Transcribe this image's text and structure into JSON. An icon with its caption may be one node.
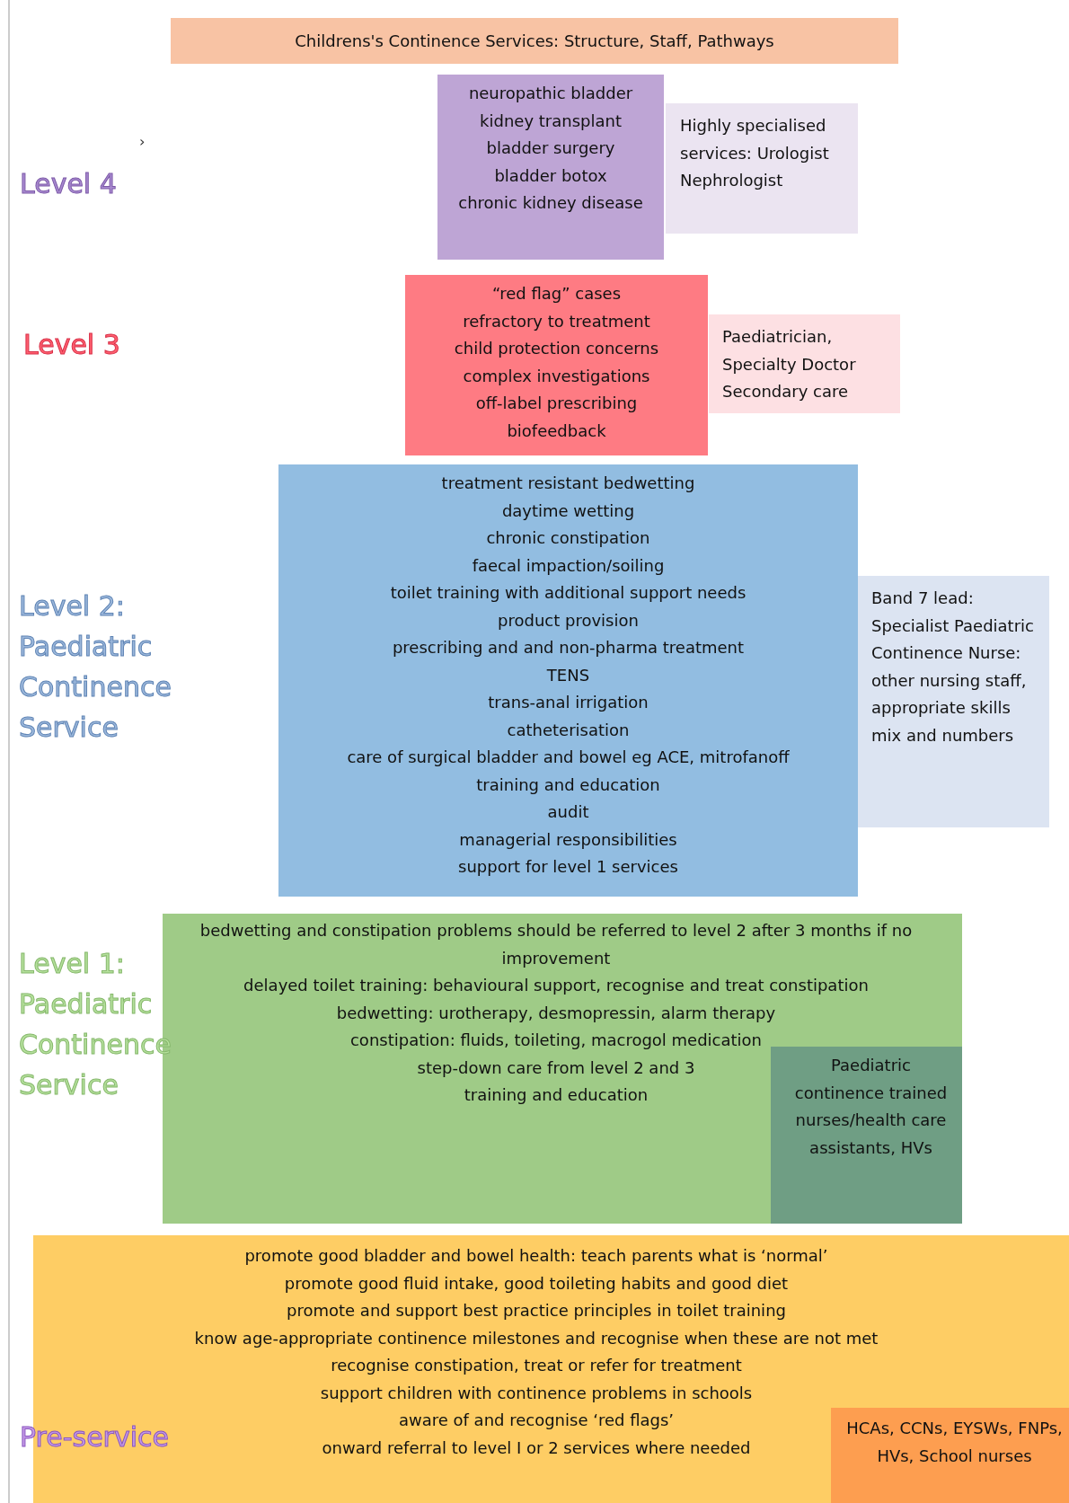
{
  "diagram": {
    "title": "Childrens's Continence Services:  Structure, Staff, Pathways",
    "nodes": [
      {
        "text": [
          "neuropathic bladder",
          "kidney transplant",
          "bladder surgery",
          "bladder botox",
          "chronic kidney disease"
        ]
      },
      {
        "text": [
          "Highly specialised services: Urologist Nephrologist"
        ]
      },
      {
        "text": [
          "“red flag” cases",
          "refractory to treatment",
          "child protection concerns",
          "complex investigations",
          "off-label prescribing",
          "biofeedback"
        ]
      },
      {
        "text": [
          "Paediatrician, Specialty Doctor Secondary care"
        ]
      },
      {
        "text": [
          "treatment resistant bedwetting",
          "daytime wetting",
          "chronic constipation",
          "faecal impaction/soiling",
          "toilet training with additional support needs",
          "product provision",
          "prescribing and and non-pharma treatment",
          "TENS",
          "trans-anal irrigation",
          "catheterisation",
          "care of surgical bladder and bowel eg ACE, mitrofanoff",
          "training and education",
          "audit",
          "managerial responsibilities",
          "support for level 1 services"
        ]
      },
      {
        "text": [
          "Band 7 lead: Specialist Paediatric Continence Nurse: other nursing staff, appropriate skills mix and numbers"
        ]
      },
      {
        "text": [
          "bedwetting and constipation problems should be referred to level 2 after 3 months if no improvement",
          "delayed toilet training: behavioural support, recognise and treat constipation",
          "bedwetting: urotherapy, desmopressin, alarm therapy",
          "constipation: fluids, toileting, macrogol medication",
          "step-down care from level 2 and 3",
          "training and education"
        ]
      },
      {
        "text": [
          "Paediatric continence trained nurses/health care assistants, HVs"
        ],
        "in": 6
      },
      {
        "text": [
          "promote good bladder and bowel health: teach parents what is ‘normal’",
          "promote good fluid intake, good toileting habits and good diet",
          "promote and support best practice principles in toilet training",
          "know age-appropriate continence milestones and recognise when these are not met",
          "recognise constipation, treat or refer for treatment",
          "support children with continence problems in schools",
          "aware of and recognise ‘red flags’",
          "onward referral to level I or 2 services where needed"
        ]
      },
      {
        "text": [
          "HCAs, CCNs, EYSWs, FNPs, HVs, School nurses"
        ],
        "in": 8
      }
    ],
    "labels": [
      "›",
      "Level 4",
      "Level 3",
      "Level 2: Paediatric Continence Service",
      "Level 1: Paediatric Continence Service",
      "Pre-service"
    ]
  }
}
